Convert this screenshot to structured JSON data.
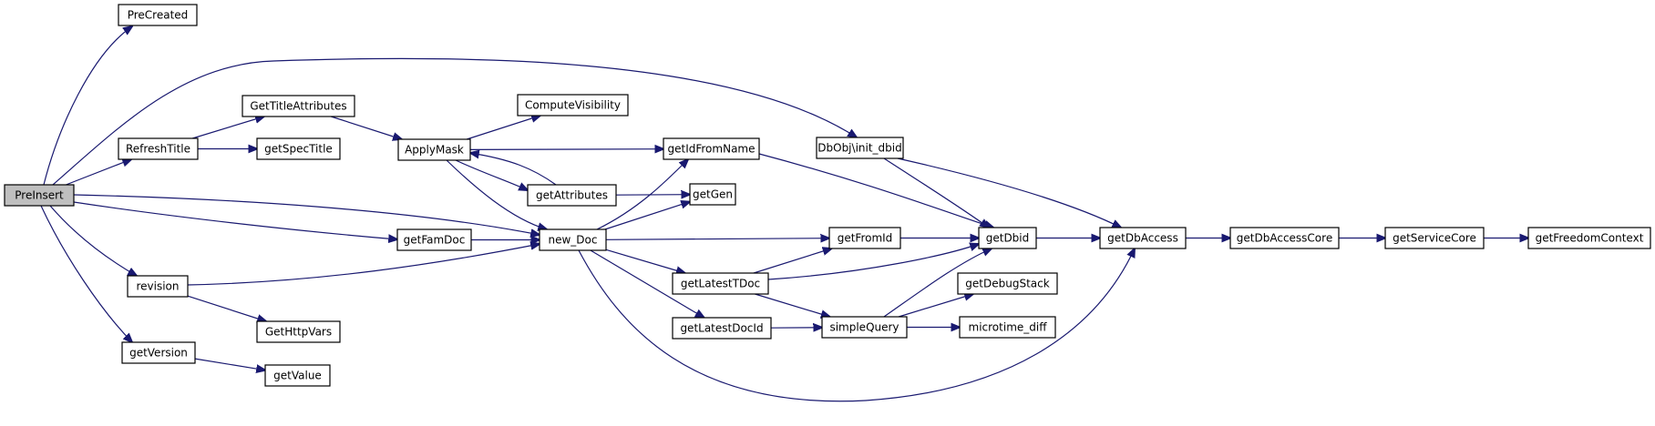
{
  "root": "PreInsert",
  "nodes": {
    "PreInsert": "PreInsert",
    "PreCreated": "PreCreated",
    "RefreshTitle": "RefreshTitle",
    "GetTitleAttributes": "GetTitleAttributes",
    "getSpecTitle": "getSpecTitle",
    "ApplyMask": "ApplyMask",
    "ComputeVisibility": "ComputeVisibility",
    "getAttributes": "getAttributes",
    "getIdFromName": "getIdFromName",
    "getGen": "getGen",
    "DbObjInitDbid": "DbObj\\init_dbid",
    "getFamDoc": "getFamDoc",
    "new_Doc": "new_Doc",
    "revision": "revision",
    "GetHttpVars": "GetHttpVars",
    "getVersion": "getVersion",
    "getValue": "getValue",
    "getFromId": "getFromId",
    "getLatestTDoc": "getLatestTDoc",
    "getLatestDocId": "getLatestDocId",
    "simpleQuery": "simpleQuery",
    "getDbid": "getDbid",
    "getDebugStack": "getDebugStack",
    "microtime_diff": "microtime_diff",
    "getDbAccess": "getDbAccess",
    "getDbAccessCore": "getDbAccessCore",
    "getServiceCore": "getServiceCore",
    "getFreedomContext": "getFreedomContext"
  },
  "edges": [
    [
      "PreInsert",
      "PreCreated"
    ],
    [
      "PreInsert",
      "RefreshTitle"
    ],
    [
      "PreInsert",
      "DbObjInitDbid"
    ],
    [
      "PreInsert",
      "new_Doc"
    ],
    [
      "PreInsert",
      "getFamDoc"
    ],
    [
      "PreInsert",
      "revision"
    ],
    [
      "PreInsert",
      "getVersion"
    ],
    [
      "RefreshTitle",
      "GetTitleAttributes"
    ],
    [
      "RefreshTitle",
      "getSpecTitle"
    ],
    [
      "GetTitleAttributes",
      "ApplyMask"
    ],
    [
      "ApplyMask",
      "ComputeVisibility"
    ],
    [
      "ApplyMask",
      "getIdFromName"
    ],
    [
      "ApplyMask",
      "getAttributes"
    ],
    [
      "ApplyMask",
      "new_Doc"
    ],
    [
      "getAttributes",
      "ApplyMask"
    ],
    [
      "getAttributes",
      "getGen"
    ],
    [
      "getFamDoc",
      "new_Doc"
    ],
    [
      "revision",
      "new_Doc"
    ],
    [
      "revision",
      "GetHttpVars"
    ],
    [
      "getVersion",
      "getValue"
    ],
    [
      "new_Doc",
      "getIdFromName"
    ],
    [
      "new_Doc",
      "getGen"
    ],
    [
      "new_Doc",
      "getFromId"
    ],
    [
      "new_Doc",
      "getLatestTDoc"
    ],
    [
      "new_Doc",
      "getLatestDocId"
    ],
    [
      "new_Doc",
      "getDbAccess"
    ],
    [
      "getIdFromName",
      "getDbid"
    ],
    [
      "DbObjInitDbid",
      "getDbid"
    ],
    [
      "DbObjInitDbid",
      "getDbAccess"
    ],
    [
      "getFromId",
      "getDbid"
    ],
    [
      "getLatestTDoc",
      "getFromId"
    ],
    [
      "getLatestTDoc",
      "getDbid"
    ],
    [
      "getLatestTDoc",
      "simpleQuery"
    ],
    [
      "getLatestDocId",
      "simpleQuery"
    ],
    [
      "simpleQuery",
      "getDbid"
    ],
    [
      "simpleQuery",
      "getDebugStack"
    ],
    [
      "simpleQuery",
      "microtime_diff"
    ],
    [
      "getDbid",
      "getDbAccess"
    ],
    [
      "getDbAccess",
      "getDbAccessCore"
    ],
    [
      "getDbAccessCore",
      "getServiceCore"
    ],
    [
      "getServiceCore",
      "getFreedomContext"
    ]
  ]
}
